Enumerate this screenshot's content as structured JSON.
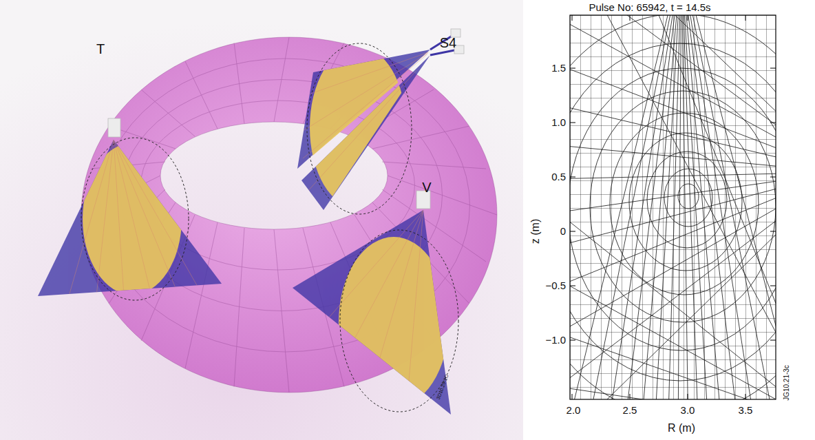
{
  "diagram": {
    "labels": [
      "T",
      "S4",
      "V",
      "3D10.29-1C",
      "Pulse No: 65942, t = 14.5s",
      "1.5",
      "1.0",
      "0.5",
      "0",
      "−0.5",
      "−1.0",
      "z (m)",
      "2.0",
      "2.5",
      "3.0",
      "3.5",
      "R (m)",
      "JG10.21-3c"
    ]
  }
}
